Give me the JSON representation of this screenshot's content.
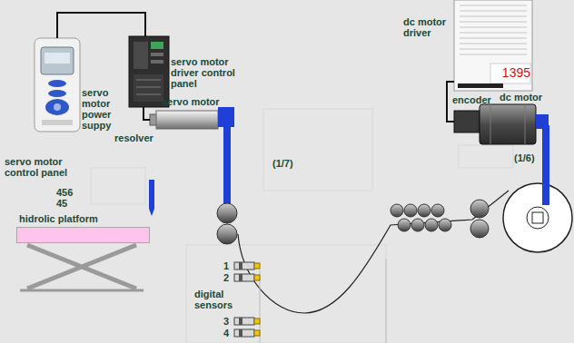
{
  "diagram": {
    "nodes": [
      {
        "text": [
          "servo motor control panel"
        ]
      },
      {
        "text": [
          "servo motor driver control panel"
        ]
      },
      {
        "text": [
          "servo motor"
        ]
      },
      {
        "text": [
          "dc motor driver",
          "1395"
        ]
      },
      {
        "text": [
          "encoder"
        ]
      },
      {
        "text": [
          "dc motor"
        ]
      },
      {
        "text": [
          "hidrolic platform"
        ]
      }
    ],
    "edges": [
      {
        "from": 0,
        "to": 1,
        "arrow": "none"
      },
      {
        "from": 1,
        "to": 2,
        "arrow": "none"
      },
      {
        "from": 3,
        "to": 4,
        "arrow": "none"
      }
    ],
    "labels": [
      "servo motor power suppy",
      "456",
      "45",
      "resolver",
      "(1/7)",
      "digital sensors",
      "1",
      "2",
      "3",
      "4",
      "(1/6)"
    ]
  }
}
